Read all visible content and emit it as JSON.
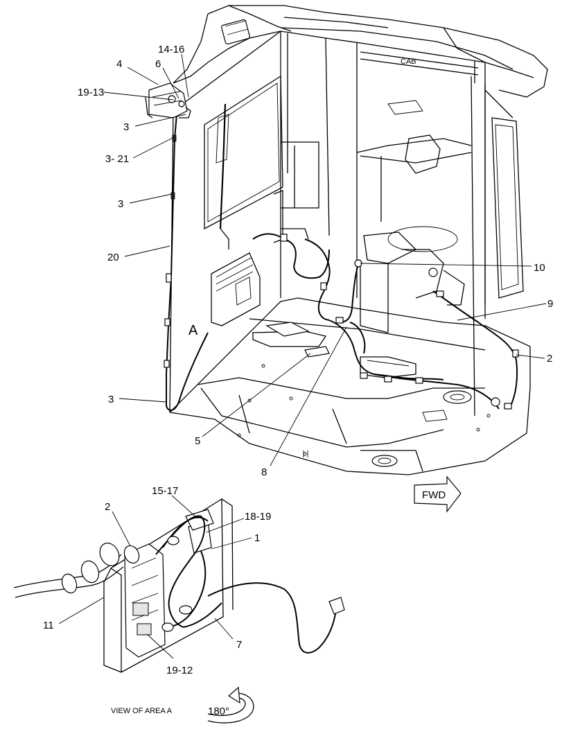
{
  "diagram": {
    "cab_label": "CAB",
    "area_marker": "A",
    "fwd_label": "FWD",
    "view_caption": "VIEW OF AREA A",
    "rotation_label": "180°",
    "callouts": {
      "c4": "4",
      "c6": "6",
      "c14_16": "14-16",
      "c19_13": "19-13",
      "c3_top": "3",
      "c3_21": "3- 21",
      "c3_mid": "3",
      "c20": "20",
      "c10": "10",
      "c9": "9",
      "c2_right": "2",
      "c3_bottom": "3",
      "c5": "5",
      "c8": "8",
      "c15_17": "15-17",
      "c2_inset": "2",
      "c18_19": "18-19",
      "c1": "1",
      "c11": "11",
      "c7": "7",
      "c19_12": "19-12"
    }
  }
}
